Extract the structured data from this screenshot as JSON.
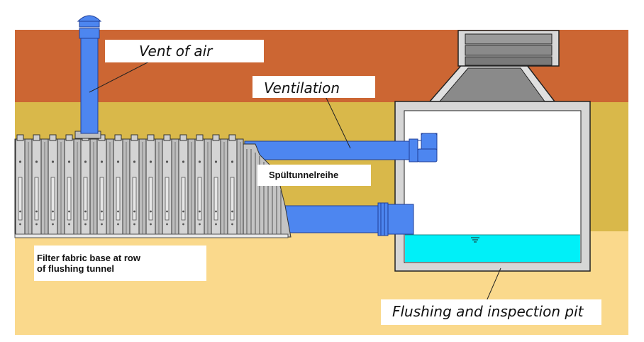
{
  "labels": {
    "vent_of_air": "Vent of air",
    "ventilation": "Ventilation",
    "flushing_tunnel_row": "Spültunnelreihe",
    "filter_fabric_line1": "Filter fabric base at row",
    "filter_fabric_line2": "of flushing tunnel",
    "inspection_pit": "Flushing and inspection pit"
  },
  "colors": {
    "topsoil": "#cc6633",
    "fill_layer": "#d9b84a",
    "subsoil": "#fad98c",
    "pipe_blue": "#4d86f0",
    "water_cyan": "#00f0f8",
    "tunnel_gray": "#c0c0c0",
    "pit_wall_gray": "#d6d6d6"
  }
}
